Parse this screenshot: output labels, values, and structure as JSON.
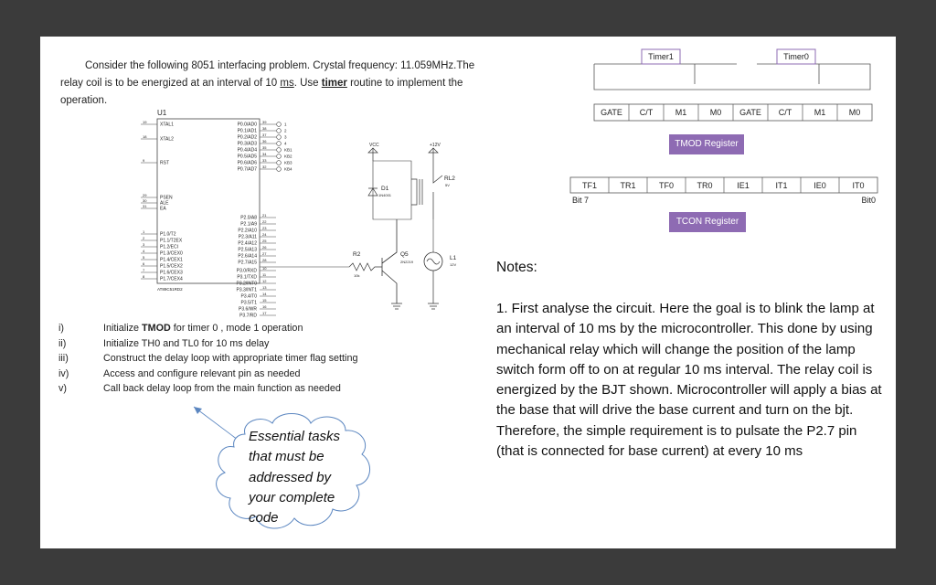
{
  "problem": {
    "line1": "Consider the following 8051 interfacing problem.  Crystal frequency: 11.059MHz.The",
    "line2_a": "relay coil is to be energized at an interval of 10 ",
    "line2_ms": "ms",
    "line2_b": ".  Use  ",
    "line2_timer": "timer",
    "line2_c": " routine to implement the",
    "line3": "operation."
  },
  "tasks": [
    {
      "num": "i)",
      "pre": "Initialize ",
      "bold": "TMOD",
      "post": " for timer 0 , mode 1 operation"
    },
    {
      "num": "ii)",
      "pre": "Initialize TH0 and TL0 for 10 ",
      "bold": "",
      "post": "ms delay"
    },
    {
      "num": "iii)",
      "pre": "Construct the delay loop with appropriate timer flag setting",
      "bold": "",
      "post": ""
    },
    {
      "num": "iv)",
      "pre": "Access and configure relevant pin as needed",
      "bold": "",
      "post": ""
    },
    {
      "num": "v)",
      "pre": "Call back delay loop from the main function as needed",
      "bold": "",
      "post": ""
    }
  ],
  "cloud": {
    "l1": "Essential tasks",
    "l2": "that must be",
    "l3": "addressed by",
    "l4": "your complete",
    "l5": "code"
  },
  "notes": {
    "heading": "Notes:",
    "body": "1. First analyse the circuit.  Here the goal is to blink the lamp at an interval of 10 ms by the microcontroller. This done by using mechanical relay which will change the position of the lamp switch form off to on at regular 10 ms interval.  The relay coil is energized by the BJT shown. Microcontroller will apply a bias at the base that will drive the base current and turn on the bjt. Therefore, the simple requirement is to pulsate the P2.7 pin (that is connected for base current) at every 10 ms"
  },
  "tmod": {
    "label": "TMOD Register",
    "timer1": "Timer1",
    "timer0": "Timer0",
    "bits": [
      "GATE",
      "C/T",
      "M1",
      "M0",
      "GATE",
      "C/T",
      "M1",
      "M0"
    ]
  },
  "tcon": {
    "label": "TCON Register",
    "bits": [
      "TF1",
      "TR1",
      "TF0",
      "TR0",
      "IE1",
      "IT1",
      "IE0",
      "IT0"
    ],
    "bit7": "Bit 7",
    "bit0": "Bit0"
  },
  "schematic": {
    "chip_name": "U1",
    "part_number": "AT89C51RD2",
    "left_pins": [
      {
        "n": "19",
        "l": "XTAL1"
      },
      {
        "n": "18",
        "l": "XTAL2"
      },
      {
        "n": "9",
        "l": "RST"
      },
      {
        "n": "29",
        "l": "PSEN"
      },
      {
        "n": "30",
        "l": "ALE"
      },
      {
        "n": "31",
        "l": "EA"
      }
    ],
    "p1_pins": [
      "P1.0/T2",
      "P1.1/T2EX",
      "P1.2/ECI",
      "P1.3/CEX0",
      "P1.4/CEX1",
      "P1.5/CEX2",
      "P1.6/CEX3",
      "P1.7/CEX4"
    ],
    "p1_nums": [
      "1",
      "2",
      "3",
      "4",
      "5",
      "6",
      "7",
      "8"
    ],
    "p0_pins": [
      "P0.0/AD0",
      "P0.1/AD1",
      "P0.2/AD2",
      "P0.3/AD3",
      "P0.4/AD4",
      "P0.5/AD5",
      "P0.6/AD6",
      "P0.7/AD7"
    ],
    "p0_nums": [
      "39",
      "38",
      "37",
      "36",
      "35",
      "34",
      "33",
      "32"
    ],
    "p0_ext": [
      "1",
      "2",
      "3",
      "4",
      "KB1",
      "KB2",
      "KB3",
      "KB4"
    ],
    "p2_pins": [
      "P2.0/A8",
      "P2.1/A9",
      "P2.2/A10",
      "P2.3/A11",
      "P2.4/A12",
      "P2.5/A13",
      "P2.6/A14",
      "P2.7/A15"
    ],
    "p2_nums": [
      "21",
      "22",
      "23",
      "24",
      "25",
      "26",
      "27",
      "28"
    ],
    "p3_pins": [
      "P3.0/RXD",
      "P3.1/TXD",
      "P3.2/INT0",
      "P3.3/INT1",
      "P3.4/T0",
      "P3.5/T1",
      "P3.6/WR",
      "P3.7/RD"
    ],
    "p3_nums": [
      "10",
      "11",
      "12",
      "13",
      "14",
      "15",
      "16",
      "17"
    ],
    "vcc": "VCC",
    "v12": "+12V",
    "diode": "D1",
    "diode_part": "1N4001",
    "relay": "RL2",
    "relay_v": "5V",
    "resistor": "R2",
    "resistor_v": "10k",
    "transistor": "Q5",
    "transistor_part": "2N2219",
    "lamp": "L1",
    "lamp_v": "12V"
  },
  "colors": {
    "accent": "#8e6bb3",
    "background": "#3b3b3b"
  }
}
